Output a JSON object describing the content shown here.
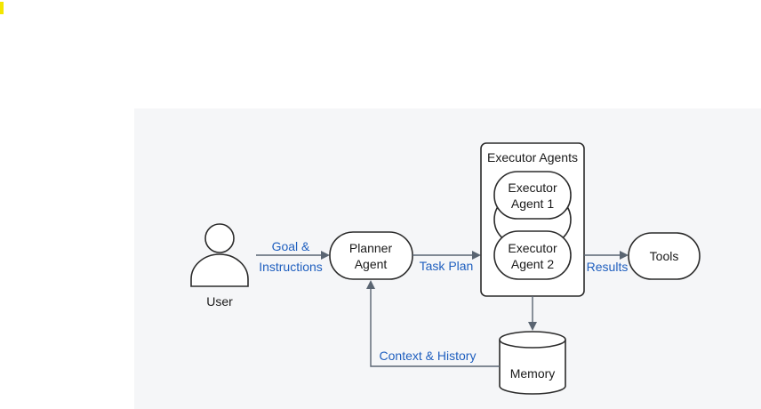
{
  "diagram": {
    "colors": {
      "background": "#f5f6f8",
      "node_fill": "#ffffff",
      "node_stroke": "#2b2b2b",
      "arrow": "#5a6572",
      "label_blue": "#1f5fbf",
      "marker": "#f3e600"
    },
    "icons": {
      "user": "person-icon",
      "memory": "database-cylinder-icon"
    },
    "nodes": {
      "user": "User",
      "planner": [
        "Planner",
        "Agent"
      ],
      "executor_group": "Executor Agents",
      "executor1": [
        "Executor",
        "Agent 1"
      ],
      "executor2": [
        "Executor",
        "Agent 2"
      ],
      "tools": "Tools",
      "memory": "Memory"
    },
    "edges": {
      "goal": [
        "Goal &",
        "Instructions"
      ],
      "task_plan": "Task Plan",
      "results": "Results",
      "context": "Context & History"
    }
  }
}
